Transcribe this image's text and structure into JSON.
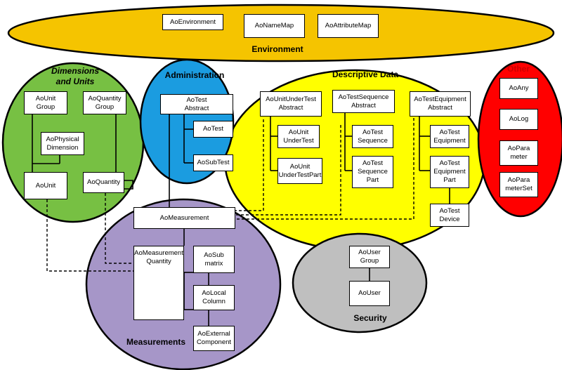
{
  "regions": {
    "environment": "Environment",
    "dimensions": "Dimensions\nand Units",
    "administration": "Administration",
    "descriptive": "Descriptive Data",
    "other": "Other",
    "measurements": "Measurements",
    "security": "Security"
  },
  "boxes": {
    "ao_environment": "AoEnvironment",
    "ao_namemap": "AoNameMap",
    "ao_attributemap": "AoAttributeMap",
    "ao_unit_group": "AoUnit\nGroup",
    "ao_quantity_group": "AoQuantity\nGroup",
    "ao_physical_dimension": "AoPhysical\nDimension",
    "ao_unit": "AoUnit",
    "ao_quantity": "AoQuantity",
    "ao_test_abstract": "AoTest\nAbstract",
    "ao_test": "AoTest",
    "ao_subtest": "AoSubTest",
    "ao_unit_under_test_abstract": "AoUnitUnderTest\nAbstract",
    "ao_unit_under_test": "AoUnit\nUnderTest",
    "ao_unit_under_test_part": "AoUnit\nUnderTestPart",
    "ao_test_sequence_abstract": "AoTestSequence\nAbstract",
    "ao_test_sequence": "AoTest\nSequence",
    "ao_test_sequence_part": "AoTest\nSequence\nPart",
    "ao_test_equipment_abstract": "AoTestEquipment\nAbstract",
    "ao_test_equipment": "AoTest\nEquipment",
    "ao_test_equipment_part": "AoTest\nEquipment\nPart",
    "ao_test_device": "AoTest\nDevice",
    "ao_any": "AoAny",
    "ao_log": "AoLog",
    "ao_parameter": "AoPara\nmeter",
    "ao_parameter_set": "AoPara\nmeterSet",
    "ao_measurement": "AoMeasurement",
    "ao_measurement_quantity": "AoMeasurement\nQuantity",
    "ao_submatrix": "AoSub\nmatrix",
    "ao_local_column": "AoLocal\nColumn",
    "ao_external_component": "AoExternal\nComponent",
    "ao_user_group": "AoUser\nGroup",
    "ao_user": "AoUser"
  },
  "colors": {
    "environment": "#f5c400",
    "dimensions": "#77c043",
    "administration": "#1b9ce0",
    "descriptive": "#ffff00",
    "other": "#ff0000",
    "measurements": "#a696c8",
    "security": "#bfbfbf",
    "other_label": "#cc0000"
  }
}
